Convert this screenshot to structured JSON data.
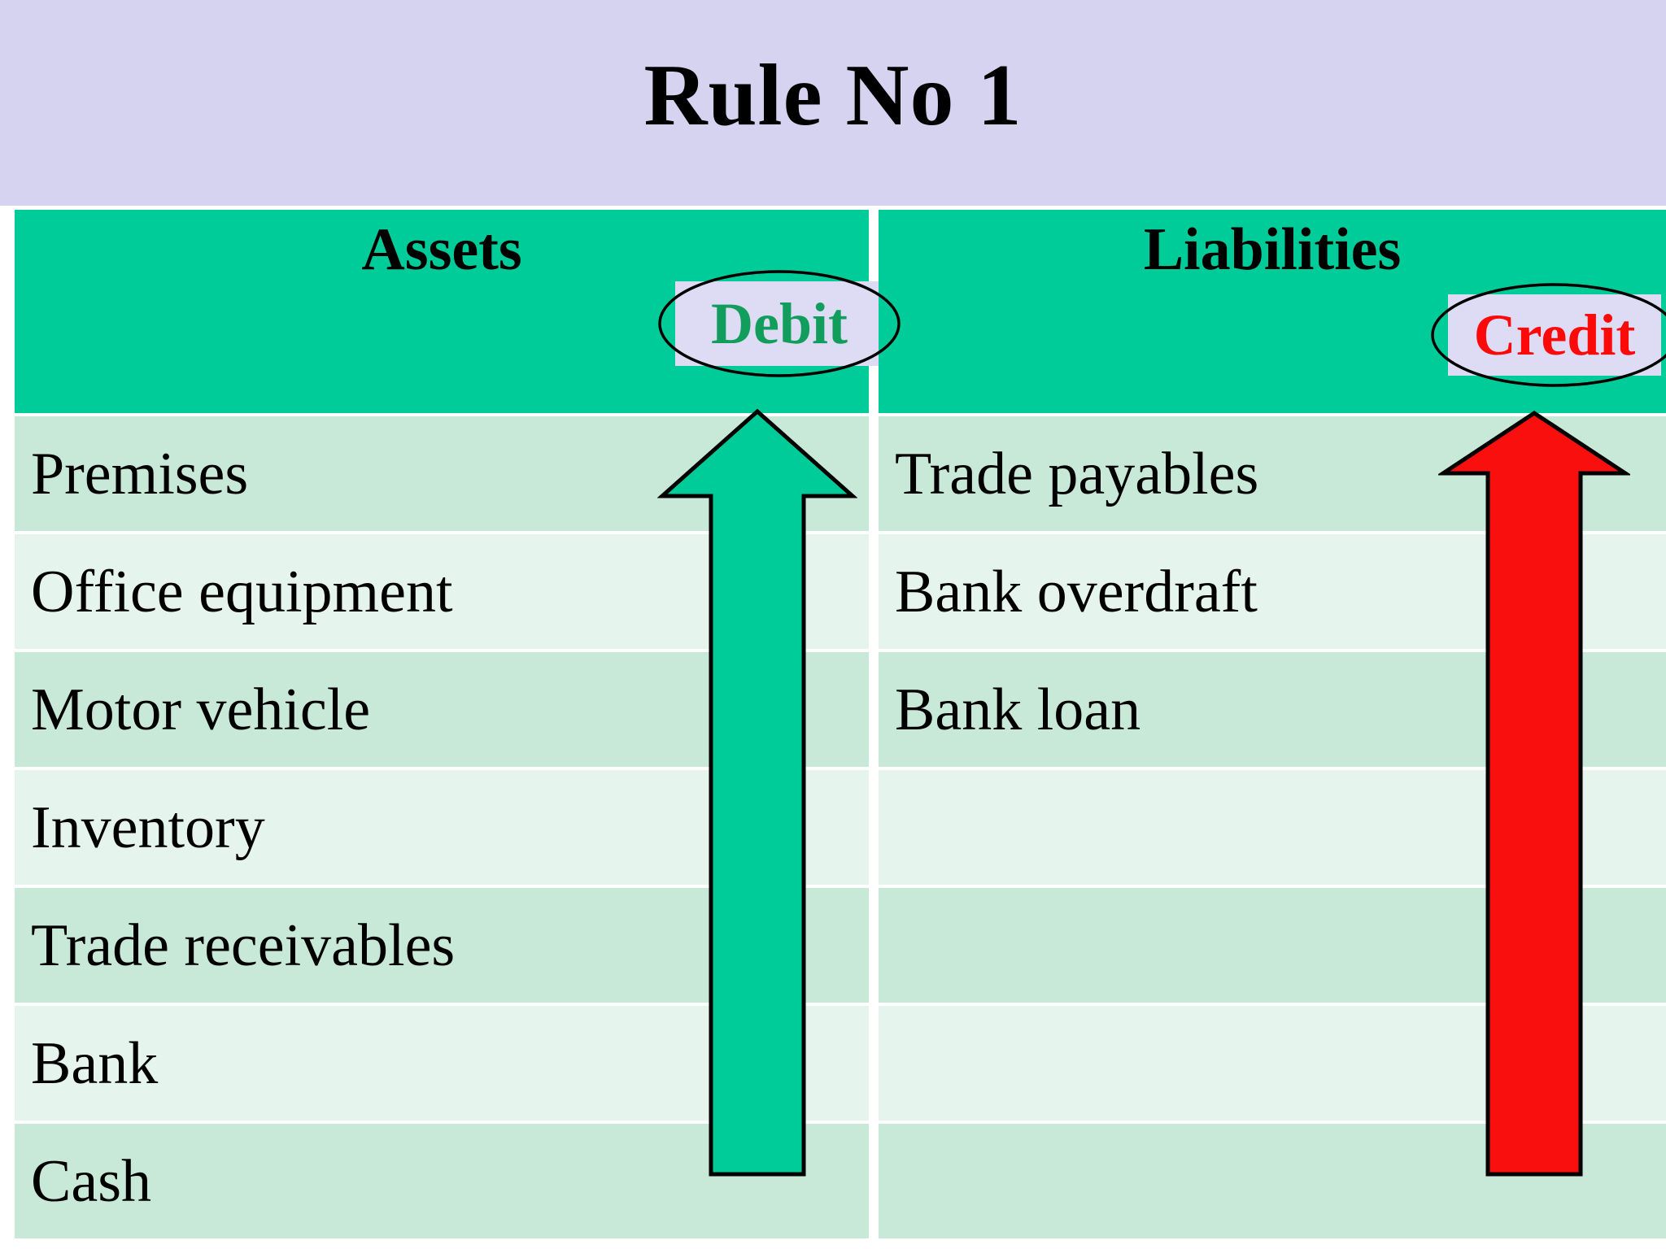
{
  "page": {
    "title": "Rule No 1",
    "background_color": "#ffffff",
    "title_band_color": "#d5d3f0"
  },
  "colors": {
    "header_green": "#00cc99",
    "row_dark": "#c8e8d8",
    "row_light": "#e6f4ee",
    "debit_green": "#119e5c",
    "credit_red": "#fc0909",
    "badge_bg": "#dedcf5",
    "arrow_green": "#00cc99",
    "arrow_red": "#fa0f0f",
    "outline": "#000000"
  },
  "table": {
    "columns": [
      {
        "key": "assets",
        "header": "Assets",
        "badge": {
          "label": "Debit",
          "color": "#119e5c",
          "shape": "ellipse"
        },
        "arrow": {
          "name": "up-arrow-debit",
          "direction": "up",
          "color": "#00cc99"
        },
        "items": [
          "Premises",
          "Office equipment",
          "Motor vehicle",
          "Inventory",
          "Trade receivables",
          "Bank",
          "Cash"
        ]
      },
      {
        "key": "liabilities",
        "header": "Liabilities",
        "badge": {
          "label": "Credit",
          "color": "#fc0909",
          "shape": "ellipse"
        },
        "arrow": {
          "name": "up-arrow-credit",
          "direction": "up",
          "color": "#fa0f0f"
        },
        "items": [
          "Trade payables",
          "Bank overdraft",
          "Bank loan",
          "",
          "",
          "",
          ""
        ]
      }
    ],
    "row_count": 7
  }
}
